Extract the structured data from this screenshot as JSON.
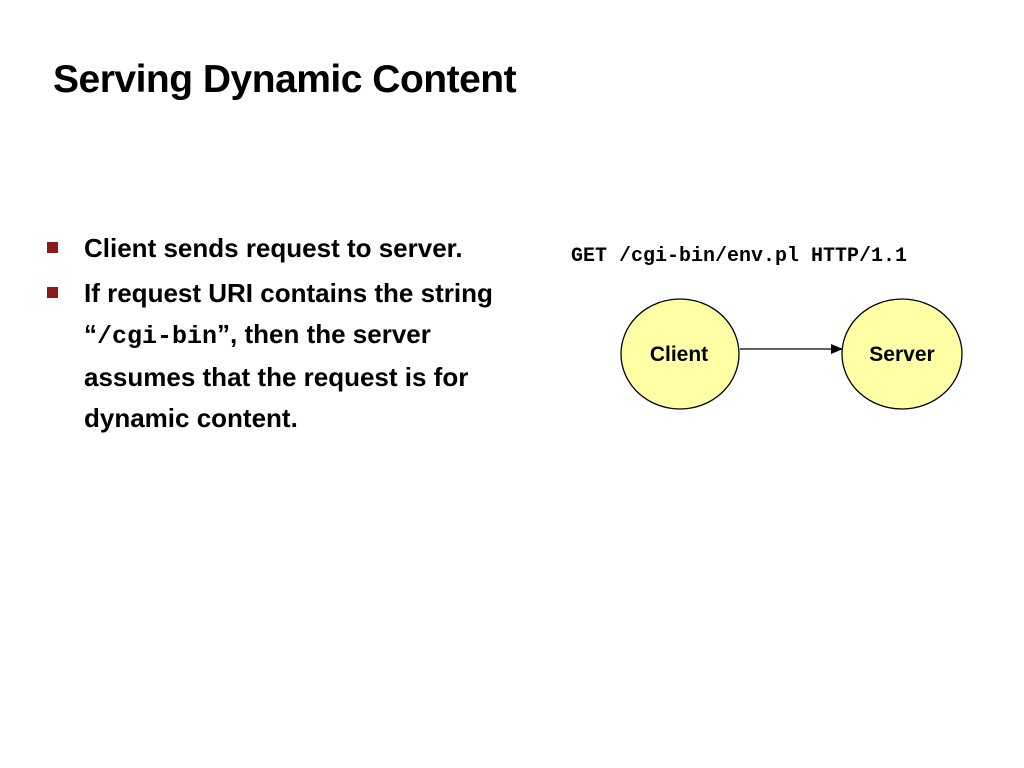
{
  "slide": {
    "title": "Serving Dynamic Content"
  },
  "bullets": [
    {
      "text": "Client sends request to server."
    },
    {
      "text_before": "If request URI contains the string “",
      "code": "/cgi-bin",
      "text_after": "”, then the server assumes that the request is for dynamic content."
    }
  ],
  "diagram": {
    "request_line": "GET /cgi-bin/env.pl HTTP/1.1",
    "nodes": [
      {
        "id": "client",
        "label": "Client"
      },
      {
        "id": "server",
        "label": "Server"
      }
    ],
    "node_fill": "#ffffa6",
    "bullet_color": "#8b1a1a"
  }
}
